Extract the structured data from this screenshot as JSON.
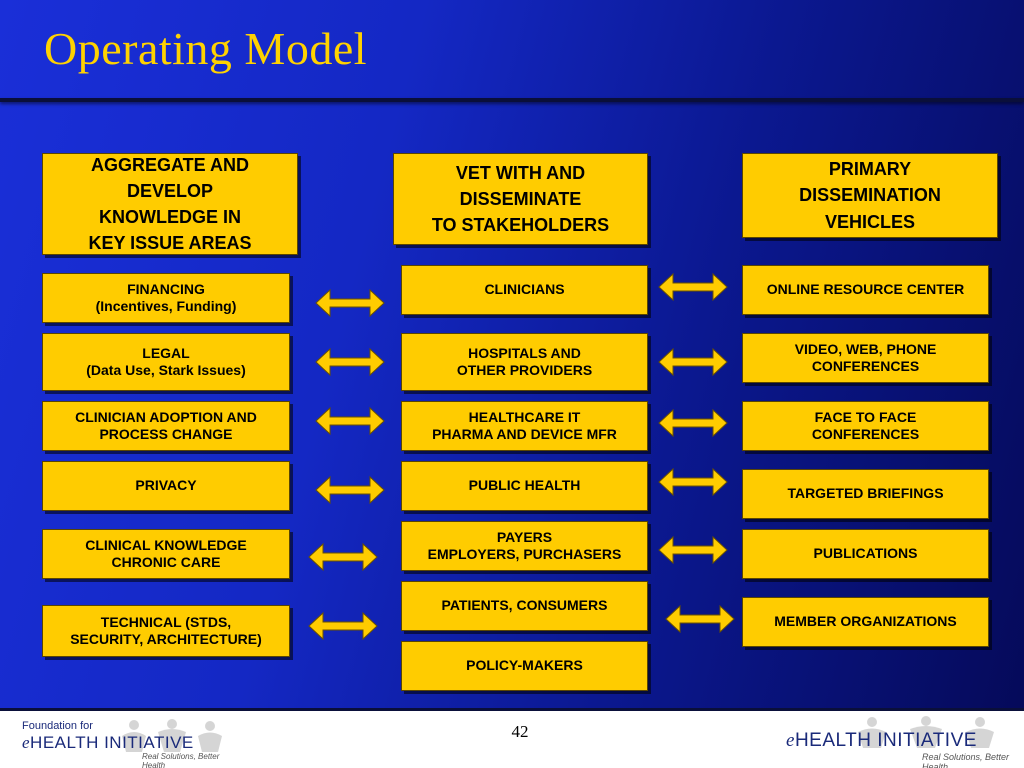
{
  "title": "Operating Model",
  "page_number": "42",
  "columns": {
    "left": {
      "header": "AGGREGATE AND\nDEVELOP\nKNOWLEDGE IN\nKEY ISSUE AREAS",
      "items": [
        "FINANCING\n(Incentives, Funding)",
        "LEGAL\n(Data Use, Stark Issues)",
        "CLINICIAN ADOPTION AND\nPROCESS CHANGE",
        "PRIVACY",
        "CLINICAL KNOWLEDGE\nCHRONIC CARE",
        "TECHNICAL (STDS,\nSECURITY, ARCHITECTURE)"
      ]
    },
    "middle": {
      "header": "VET WITH AND\nDISSEMINATE\nTO STAKEHOLDERS",
      "items": [
        "CLINICIANS",
        "HOSPITALS AND\nOTHER PROVIDERS",
        "HEALTHCARE IT\nPHARMA AND DEVICE MFR",
        "PUBLIC HEALTH",
        "PAYERS\nEMPLOYERS, PURCHASERS",
        "PATIENTS, CONSUMERS",
        "POLICY-MAKERS"
      ]
    },
    "right": {
      "header": "PRIMARY\nDISSEMINATION\nVEHICLES",
      "items": [
        "ONLINE RESOURCE CENTER",
        "VIDEO, WEB, PHONE\nCONFERENCES",
        "FACE TO FACE\nCONFERENCES",
        "TARGETED BRIEFINGS",
        "PUBLICATIONS",
        "MEMBER ORGANIZATIONS"
      ]
    }
  },
  "footer": {
    "left_logo": {
      "for_text": "Foundation for",
      "name_e": "e",
      "name_rest": "HEALTH INITIATIVE",
      "tagline": "Real Solutions, Better Health"
    },
    "right_logo": {
      "name_e": "e",
      "name_rest": "HEALTH INITIATIVE",
      "tagline": "Real Solutions, Better Health"
    }
  },
  "colors": {
    "background": "#1428c4",
    "title": "#ffd200",
    "box": "#ffcc00",
    "arrow": "#ffcc00"
  },
  "icons": [
    "double-headed-arrow-icon",
    "people-figures-icon"
  ]
}
